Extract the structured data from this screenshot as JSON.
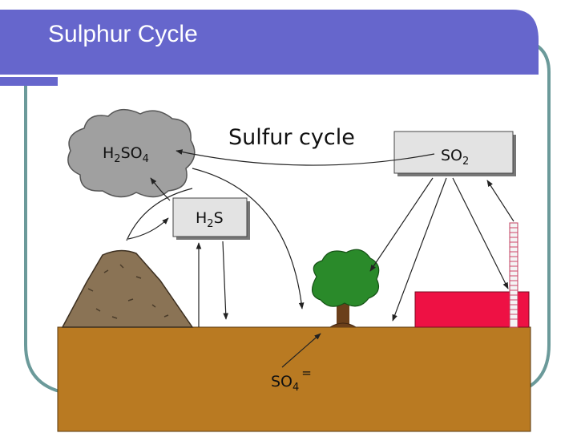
{
  "slide": {
    "title": "Sulphur Cycle",
    "accent_color": "#6666cc",
    "frame_color": "#6b9a9a"
  },
  "diagram": {
    "heading": "Sulfur cycle",
    "labels": {
      "h2so4": {
        "main": "H",
        "sub": "2",
        "tail": "SO",
        "sub2": "4"
      },
      "h2s": {
        "main": "H",
        "sub": "2",
        "tail": "S"
      },
      "so2": {
        "main": "SO",
        "sub": "2"
      },
      "so4": {
        "main": "SO",
        "sub": "4",
        "sup": "="
      }
    },
    "colors": {
      "soil": "#b97a22",
      "cloud": "#a0a0a0",
      "box_fill": "#e3e3e3",
      "factory": "#ee1144",
      "chimney": "#e05070",
      "tree_canopy": "#2a8a2a",
      "volcano": "#8a7355"
    },
    "icons": [
      "cloud-icon",
      "volcano-icon",
      "tree-icon",
      "factory-icon",
      "chimney-icon"
    ]
  }
}
